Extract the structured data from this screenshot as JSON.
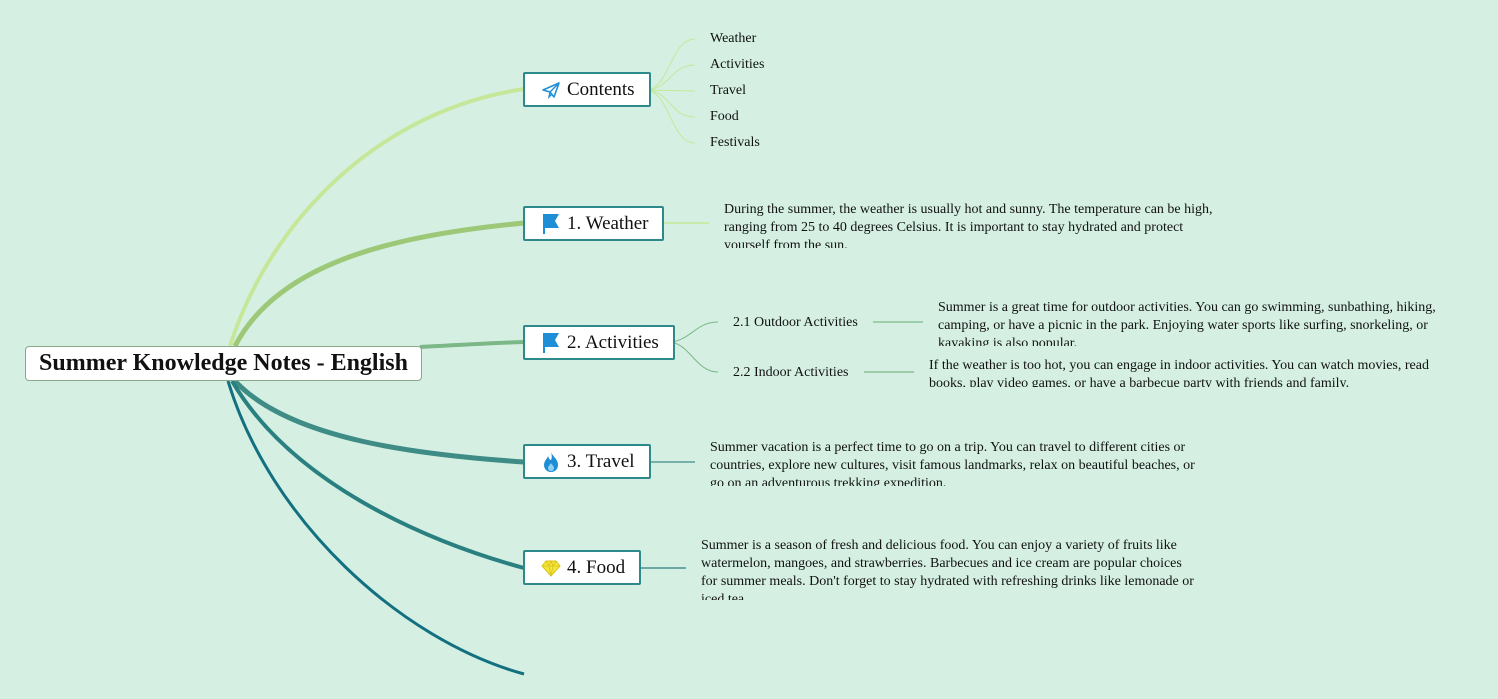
{
  "root": {
    "title": "Summer Knowledge Notes - English"
  },
  "contents": {
    "label": "Contents",
    "icon": "paper-plane-icon",
    "items": [
      "Weather",
      "Activities",
      "Travel",
      "Food",
      "Festivals"
    ]
  },
  "weather": {
    "label": "1. Weather",
    "icon": "flag-icon",
    "text": "During the summer, the weather is usually hot and sunny. The temperature can be high, ranging from 25 to 40 degrees Celsius. It is important to stay hydrated and protect yourself from the sun."
  },
  "activities": {
    "label": "2. Activities",
    "icon": "flag-icon",
    "outdoor": {
      "label": "2.1 Outdoor Activities",
      "text": "Summer is a great time for outdoor activities. You can go swimming, sunbathing, hiking, camping, or have a picnic in the park. Enjoying water sports like surfing, snorkeling, or kayaking is also popular."
    },
    "indoor": {
      "label": "2.2 Indoor Activities",
      "text": "If the weather is too hot, you can engage in indoor activities. You can watch movies, read books, play video games, or have a barbecue party with friends and family."
    }
  },
  "travel": {
    "label": "3. Travel",
    "icon": "flame-icon",
    "text": "Summer vacation is a perfect time to go on a trip. You can travel to different cities or countries, explore new cultures, visit famous landmarks, relax on beautiful beaches, or go on an adventurous trekking expedition."
  },
  "food": {
    "label": "4. Food",
    "icon": "diamond-icon",
    "text": "Summer is a season of fresh and delicious food. You can enjoy a variety of fruits like watermelon, mangoes, and strawberries. Barbecues and ice cream are popular choices for summer meals. Don't forget to stay hydrated with refreshing drinks like lemonade or iced tea."
  },
  "colors": {
    "background": "#d5f0e3",
    "contents_branch": "#c6e79a",
    "weather_branch": "#9dc878",
    "activities_branch": "#7cb887",
    "travel_branch": "#3e8c85",
    "food_branch": "#2a8080",
    "festivals_branch": "#137080",
    "icon_blue": "#1e8fd6",
    "icon_gem": "#f5e63c"
  }
}
